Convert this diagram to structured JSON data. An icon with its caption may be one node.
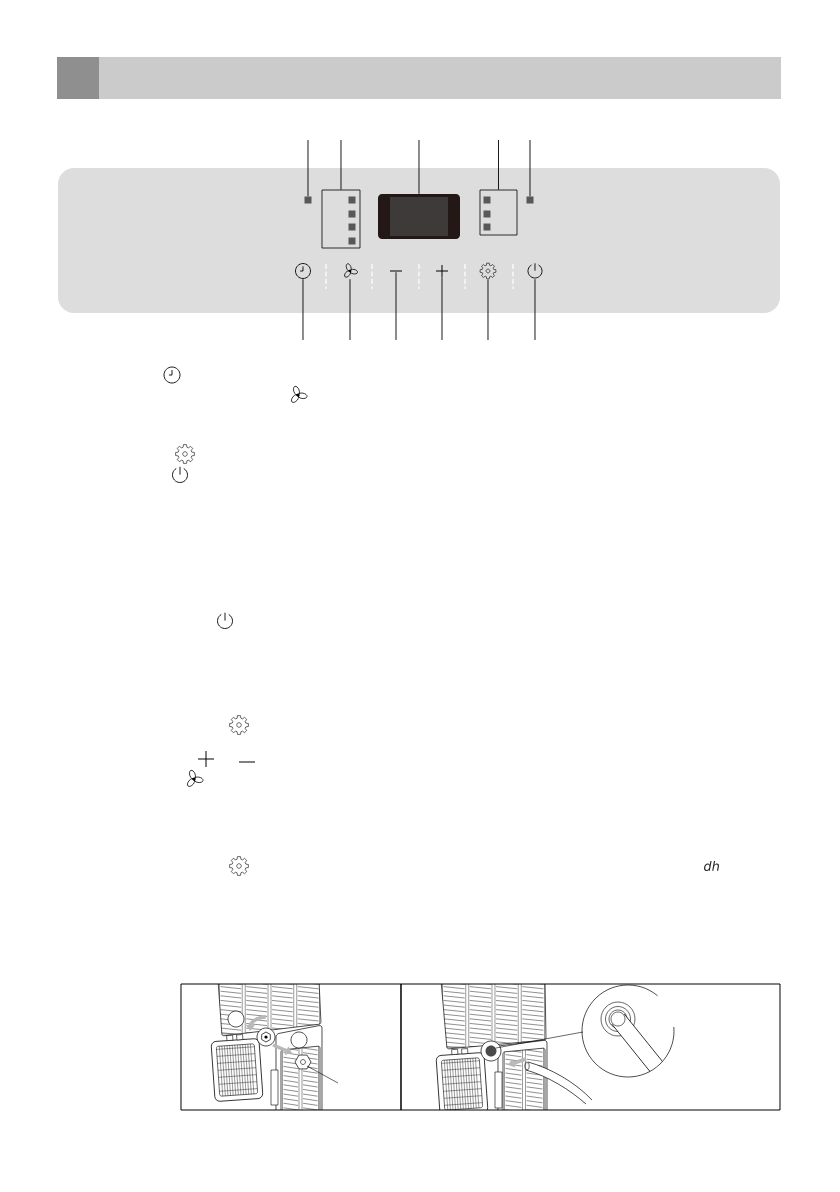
{
  "diagram": {
    "nodes": [
      {
        "text": [],
        "shape": "box"
      },
      {
        "text": [],
        "shape": "box",
        "in": 0
      },
      {
        "text": [],
        "shape": "box",
        "in": 0
      },
      {
        "text": [],
        "shape": "box",
        "in": 0
      },
      {
        "text": [],
        "shape": "box",
        "in": 0
      },
      {
        "text": [],
        "shape": "box",
        "in": 0
      },
      {
        "text": [],
        "shape": "picture",
        "in": 0
      },
      {
        "text": [],
        "shape": "picture",
        "in": 0
      },
      {
        "text": [],
        "shape": "picture",
        "in": 0
      },
      {
        "text": [],
        "shape": "picture",
        "in": 0
      },
      {
        "text": [],
        "shape": "picture",
        "in": 0
      },
      {
        "text": [],
        "shape": "picture",
        "in": 0
      }
    ],
    "edges": [
      {
        "from": null,
        "to": 1,
        "arrow": "none"
      },
      {
        "from": null,
        "to": 2,
        "arrow": "none"
      },
      {
        "from": null,
        "to": 3,
        "arrow": "none"
      },
      {
        "from": null,
        "to": 4,
        "arrow": "none"
      },
      {
        "from": null,
        "to": 5,
        "arrow": "none"
      },
      {
        "from": null,
        "to": 6,
        "arrow": "none"
      },
      {
        "from": null,
        "to": 7,
        "arrow": "none"
      },
      {
        "from": null,
        "to": 8,
        "arrow": "none"
      },
      {
        "from": null,
        "to": 9,
        "arrow": "none"
      },
      {
        "from": null,
        "to": 10,
        "arrow": "none"
      },
      {
        "from": null,
        "to": 11,
        "arrow": "none"
      }
    ],
    "labels": [
      "dh"
    ]
  }
}
